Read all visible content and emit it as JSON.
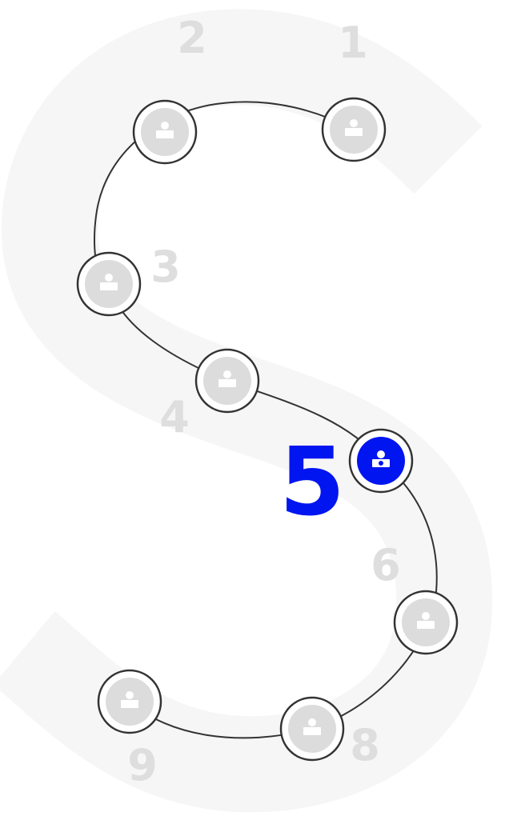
{
  "colors": {
    "active": "#0015f0",
    "inactive": "#dcdcdc",
    "ring": "#333333",
    "band": "#f6f6f6",
    "numbers": "#dedede"
  },
  "active_step": "5",
  "steps": [
    {
      "label": "1",
      "icon": "money-deposit-icon"
    },
    {
      "label": "2",
      "icon": "presentation-chart-icon"
    },
    {
      "label": "3",
      "icon": "checklist-clipboard-icon"
    },
    {
      "label": "4",
      "icon": "scroll-document-icon"
    },
    {
      "label": "5",
      "icon": "money-process-icon"
    },
    {
      "label": "6",
      "icon": "handshake-icon"
    },
    {
      "label": "8",
      "icon": "cash-in-hand-icon"
    },
    {
      "label": "9",
      "icon": "gear-check-icon"
    }
  ]
}
